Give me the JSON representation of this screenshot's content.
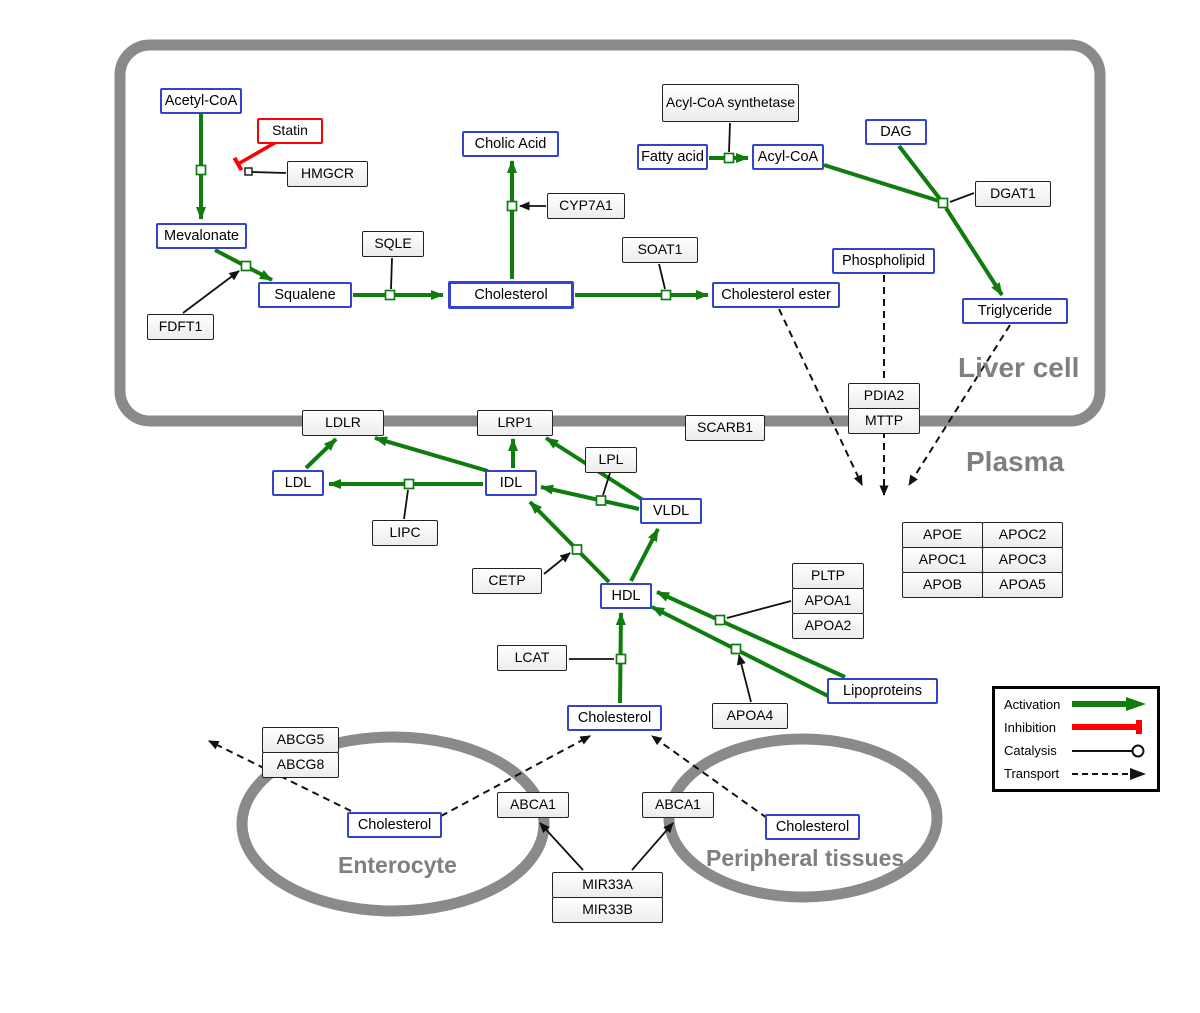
{
  "regions": {
    "liver_cell": "Liver cell",
    "plasma": "Plasma",
    "enterocyte": "Enterocyte",
    "peripheral_tissues": "Peripheral tissues"
  },
  "legend": {
    "activation": "Activation",
    "inhibition": "Inhibition",
    "catalysis": "Catalysis",
    "transport": "Transport"
  },
  "colors": {
    "activation_green": "#0e7d0e",
    "inhibition_red": "#ff0000",
    "metabolite_border_blue": "#3344cc",
    "membrane_gray": "#8a8a8a",
    "region_label_gray": "#7f7f7f"
  },
  "nodes": {
    "acetyl_coa": {
      "label": "Acetyl-CoA",
      "type": "metabolite"
    },
    "statin": {
      "label": "Statin",
      "type": "drug"
    },
    "hmgcr": {
      "label": "HMGCR",
      "type": "gene"
    },
    "mevalonate": {
      "label": "Mevalonate",
      "type": "metabolite"
    },
    "fdft1": {
      "label": "FDFT1",
      "type": "gene"
    },
    "squalene": {
      "label": "Squalene",
      "type": "metabolite"
    },
    "sqle": {
      "label": "SQLE",
      "type": "gene"
    },
    "cholesterol_liver": {
      "label": "Cholesterol",
      "type": "metabolite"
    },
    "cholic_acid": {
      "label": "Cholic Acid",
      "type": "metabolite"
    },
    "cyp7a1": {
      "label": "CYP7A1",
      "type": "gene"
    },
    "soat1": {
      "label": "SOAT1",
      "type": "gene"
    },
    "cholesterol_ester": {
      "label": "Cholesterol ester",
      "type": "metabolite"
    },
    "fatty_acid": {
      "label": "Fatty acid",
      "type": "metabolite"
    },
    "acyl_coa_synthetase": {
      "label": "Acyl-CoA synthetase",
      "type": "gene"
    },
    "acyl_coa": {
      "label": "Acyl-CoA",
      "type": "metabolite"
    },
    "dag": {
      "label": "DAG",
      "type": "metabolite"
    },
    "dgat1": {
      "label": "DGAT1",
      "type": "gene"
    },
    "phospholipid": {
      "label": "Phospholipid",
      "type": "metabolite"
    },
    "triglyceride": {
      "label": "Triglyceride",
      "type": "metabolite"
    },
    "ldlr": {
      "label": "LDLR",
      "type": "gene"
    },
    "lrp1": {
      "label": "LRP1",
      "type": "gene"
    },
    "scarb1": {
      "label": "SCARB1",
      "type": "gene"
    },
    "pdia2": {
      "label": "PDIA2",
      "type": "gene"
    },
    "mttp": {
      "label": "MTTP",
      "type": "gene"
    },
    "ldl": {
      "label": "LDL",
      "type": "metabolite"
    },
    "idl": {
      "label": "IDL",
      "type": "metabolite"
    },
    "lipc": {
      "label": "LIPC",
      "type": "gene"
    },
    "lpl": {
      "label": "LPL",
      "type": "gene"
    },
    "vldl": {
      "label": "VLDL",
      "type": "metabolite"
    },
    "cetp": {
      "label": "CETP",
      "type": "gene"
    },
    "hdl": {
      "label": "HDL",
      "type": "metabolite"
    },
    "lcat": {
      "label": "LCAT",
      "type": "gene"
    },
    "pltp": {
      "label": "PLTP",
      "type": "gene"
    },
    "apoa1": {
      "label": "APOA1",
      "type": "gene"
    },
    "apoa2": {
      "label": "APOA2",
      "type": "gene"
    },
    "apoa4": {
      "label": "APOA4",
      "type": "gene"
    },
    "lipoproteins": {
      "label": "Lipoproteins",
      "type": "metabolite"
    },
    "apoe": {
      "label": "APOE",
      "type": "gene"
    },
    "apoc2": {
      "label": "APOC2",
      "type": "gene"
    },
    "apoc1": {
      "label": "APOC1",
      "type": "gene"
    },
    "apoc3": {
      "label": "APOC3",
      "type": "gene"
    },
    "apob": {
      "label": "APOB",
      "type": "gene"
    },
    "apoa5": {
      "label": "APOA5",
      "type": "gene"
    },
    "cholesterol_plasma": {
      "label": "Cholesterol",
      "type": "metabolite"
    },
    "abcg5": {
      "label": "ABCG5",
      "type": "gene"
    },
    "abcg8": {
      "label": "ABCG8",
      "type": "gene"
    },
    "cholesterol_enterocyte": {
      "label": "Cholesterol",
      "type": "metabolite"
    },
    "abca1_enterocyte": {
      "label": "ABCA1",
      "type": "gene"
    },
    "abca1_peripheral": {
      "label": "ABCA1",
      "type": "gene"
    },
    "cholesterol_peripheral": {
      "label": "Cholesterol",
      "type": "metabolite"
    },
    "mir33a": {
      "label": "MIR33A",
      "type": "gene"
    },
    "mir33b": {
      "label": "MIR33B",
      "type": "gene"
    }
  }
}
